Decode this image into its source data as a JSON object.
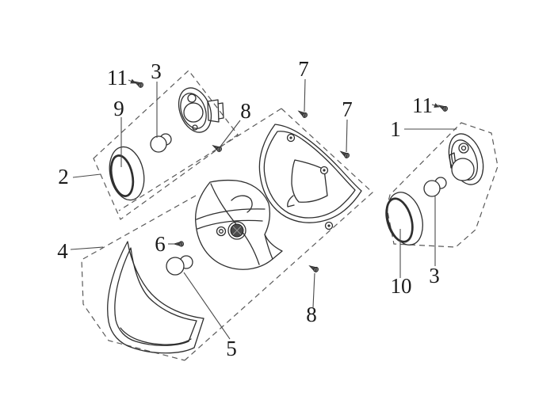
{
  "diagram": {
    "type": "exploded-parts-diagram",
    "background_color": "#ffffff",
    "line_color": "#2f2f2f",
    "dash_color": "#5a5a5a",
    "label_color": "#1a1a1a",
    "callouts": [
      {
        "id": "11-left",
        "label": "11"
      },
      {
        "id": "3-left",
        "label": "3"
      },
      {
        "id": "9",
        "label": "9"
      },
      {
        "id": "2",
        "label": "2"
      },
      {
        "id": "4",
        "label": "4"
      },
      {
        "id": "6",
        "label": "6"
      },
      {
        "id": "5",
        "label": "5"
      },
      {
        "id": "7-top",
        "label": "7"
      },
      {
        "id": "8-left",
        "label": "8"
      },
      {
        "id": "7-right",
        "label": "7"
      },
      {
        "id": "8-bottom",
        "label": "8"
      },
      {
        "id": "11-right",
        "label": "11"
      },
      {
        "id": "1",
        "label": "1"
      },
      {
        "id": "10",
        "label": "10"
      },
      {
        "id": "3-right",
        "label": "3"
      }
    ]
  }
}
